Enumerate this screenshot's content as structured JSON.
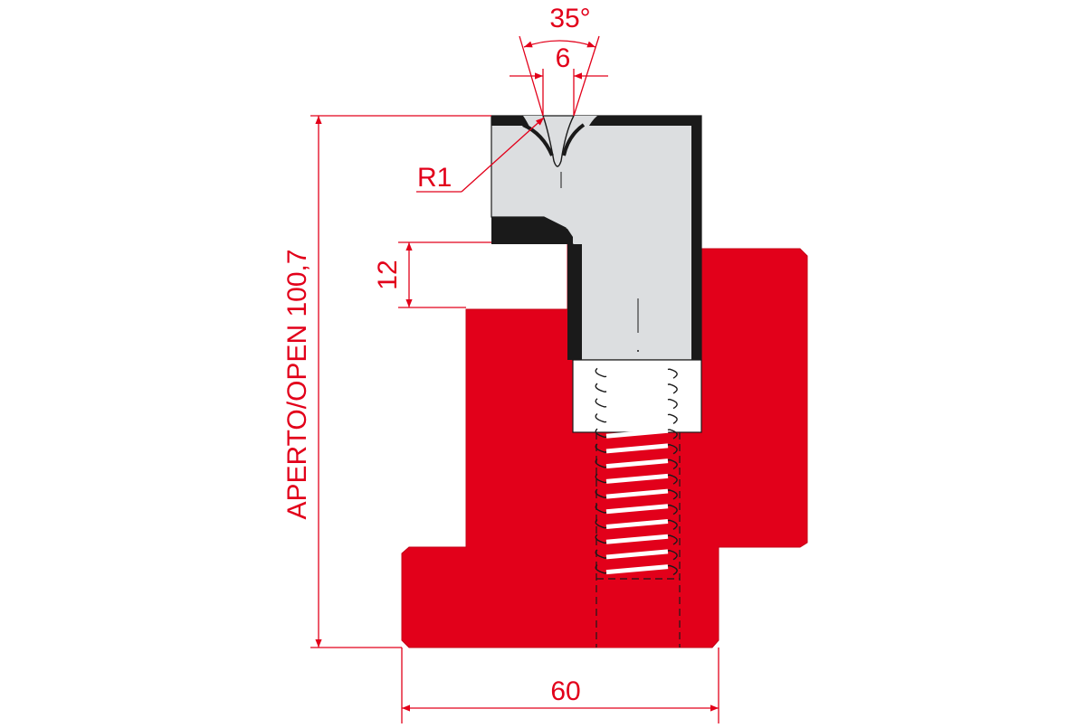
{
  "colors": {
    "die_body": "#e2001a",
    "dimension": "#e2001a",
    "punch_body": "#dcdee0",
    "outline": "#1a1a1a",
    "background": "#ffffff"
  },
  "dimensions": {
    "v_angle": "35°",
    "v_width": "6",
    "radius": "R1",
    "step_height": "12",
    "open_height": "APERTO/OPEN  100,7",
    "base_width": "60"
  }
}
